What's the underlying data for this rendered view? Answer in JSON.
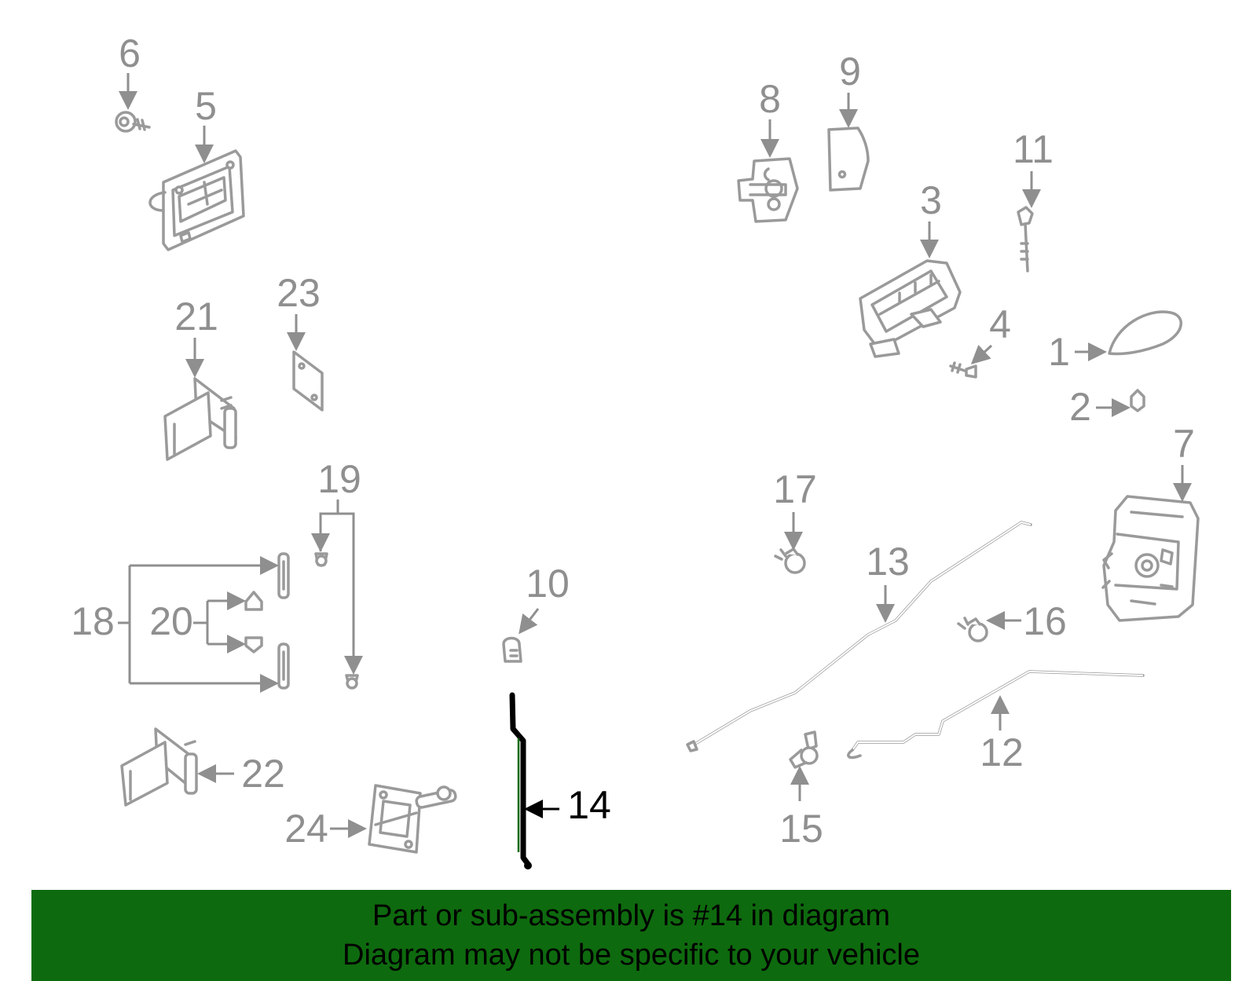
{
  "callouts": {
    "c1": "1",
    "c2": "2",
    "c3": "3",
    "c4": "4",
    "c5": "5",
    "c6": "6",
    "c7": "7",
    "c8": "8",
    "c9": "9",
    "c10": "10",
    "c11": "11",
    "c12": "12",
    "c13": "13",
    "c14": "14",
    "c15": "15",
    "c16": "16",
    "c17": "17",
    "c18": "18",
    "c19": "19",
    "c20": "20",
    "c21": "21",
    "c22": "22",
    "c23": "23",
    "c24": "24"
  },
  "highlight_part": "14",
  "colors": {
    "highlight": "#0e6a0e",
    "parts": "#9a9a9a",
    "banner_bg": "#0e6a0e"
  },
  "banner": {
    "line1": "Part or sub-assembly is #14 in diagram",
    "line2": "Diagram may not be specific to your vehicle"
  }
}
